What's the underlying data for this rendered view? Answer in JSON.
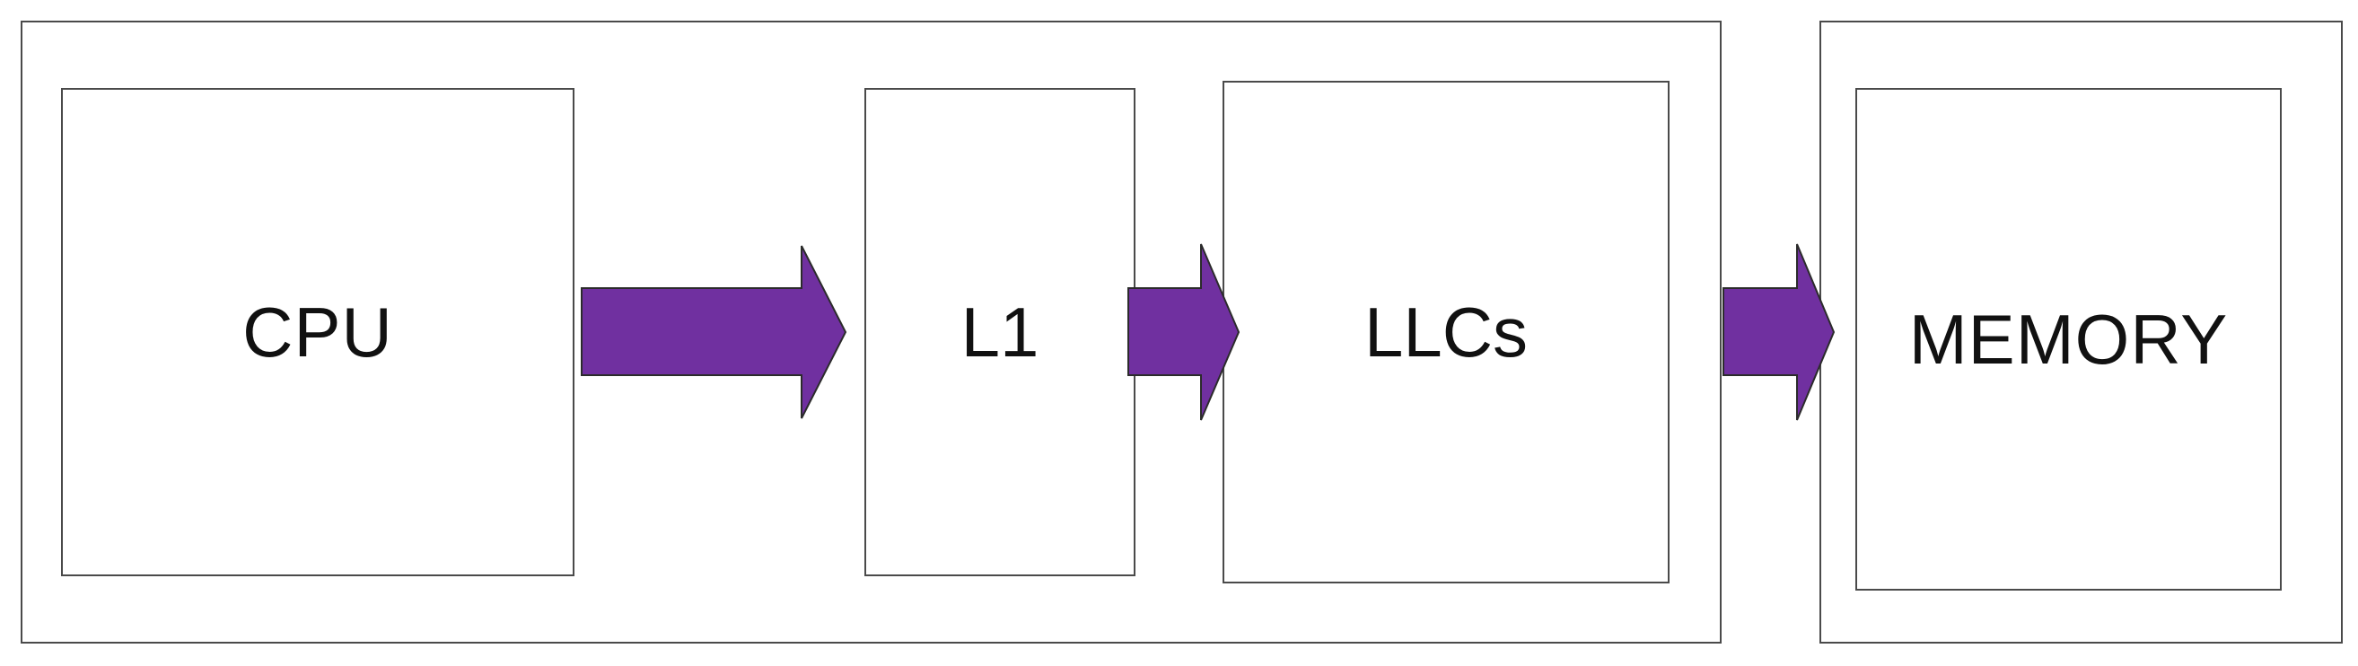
{
  "diagram": {
    "nodes": {
      "cpu": {
        "label": "CPU"
      },
      "l1": {
        "label": "L1"
      },
      "llcs": {
        "label": "LLCs"
      },
      "memory": {
        "label": "MEMORY"
      }
    },
    "arrows": [
      {
        "from": "CPU",
        "to": "L1"
      },
      {
        "from": "L1",
        "to": "LLCs"
      },
      {
        "from": "LLCs",
        "to": "MEMORY"
      }
    ],
    "colors": {
      "arrow_fill": "#7030a0",
      "box_border": "#4a4a4a",
      "text": "#111111",
      "background": "#ffffff"
    }
  }
}
